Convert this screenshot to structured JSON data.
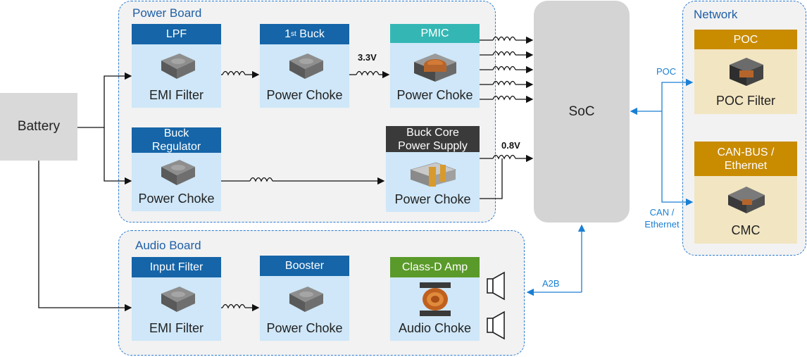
{
  "battery": {
    "label": "Battery"
  },
  "soc": {
    "label": "SoC"
  },
  "power_board": {
    "title": "Power Board",
    "blocks": [
      {
        "header": "LPF",
        "label": "EMI Filter"
      },
      {
        "header_main": "1",
        "header_sup": "st",
        "header_rest": " Buck",
        "label": "Power Choke"
      },
      {
        "header": "PMIC",
        "label": "Power Choke"
      },
      {
        "header_line1": "Buck",
        "header_line2": "Regulator",
        "label": "Power Choke"
      },
      {
        "header_line1": "Buck Core",
        "header_line2": "Power Supply",
        "label": "Power Choke"
      }
    ],
    "voltage_3v3": "3.3V",
    "voltage_0v8": "0.8V"
  },
  "audio_board": {
    "title": "Audio Board",
    "blocks": [
      {
        "header": "Input Filter",
        "label": "EMI Filter"
      },
      {
        "header": "Booster",
        "label": "Power Choke"
      },
      {
        "header": "Class-D Amp",
        "label": "Audio Choke"
      }
    ]
  },
  "network": {
    "title": "Network",
    "blocks": [
      {
        "header": "POC",
        "label": "POC Filter"
      },
      {
        "header_line1": "CAN-BUS /",
        "header_line2": "Ethernet",
        "label": "CMC"
      }
    ]
  },
  "connections": {
    "poc": "POC",
    "can_line1": "CAN /",
    "can_line2": "Ethernet",
    "a2b": "A2B"
  },
  "colors": {
    "header_blue": "#1565a8",
    "header_teal": "#34b7b4",
    "header_dark": "#3a3a3a",
    "header_green": "#5a9a2a",
    "header_gold": "#c98b00",
    "block_fill": "#cfe7f8",
    "net_fill": "#f2e5c2",
    "link_blue": "#1a7fd4"
  }
}
